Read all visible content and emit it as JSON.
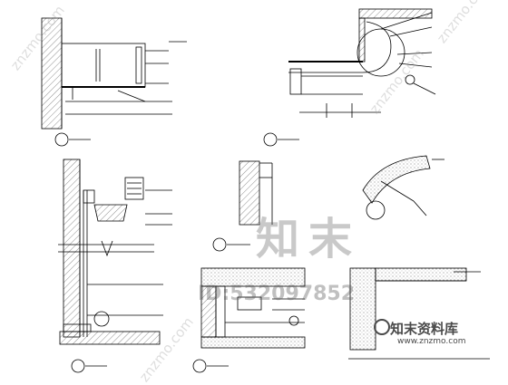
{
  "watermark": {
    "big_text": "知末",
    "id_text": "ID:532097852",
    "brand": "知末资料库",
    "url": "www.znzmo.com",
    "diagonal": "znzmo.com"
  },
  "colors": {
    "line": "#000000",
    "hatch": "#555555",
    "watermark": "#5a5a5a"
  }
}
